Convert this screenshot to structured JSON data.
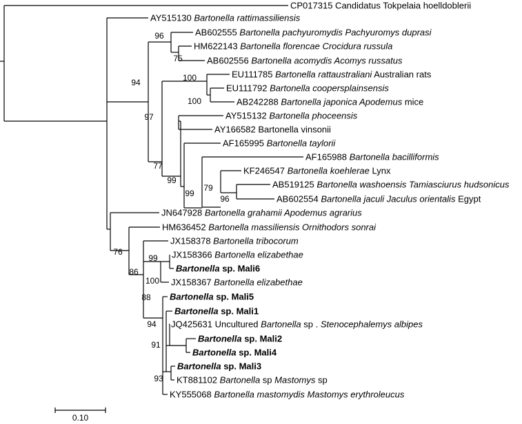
{
  "tree": {
    "taxa": [
      {
        "key": "cp017315",
        "parts": [
          {
            "t": "CP017315 Candidatus Tokpelaia hoelldoblerii"
          }
        ]
      },
      {
        "key": "ay515130",
        "parts": [
          {
            "t": "AY515130 "
          },
          {
            "t": "Bartonella rattimassiliensis",
            "i": true
          }
        ]
      },
      {
        "key": "ab602555",
        "parts": [
          {
            "t": "AB602555 "
          },
          {
            "t": "Bartonella pachyuromydis Pachyuromys duprasi",
            "i": true
          }
        ]
      },
      {
        "key": "hm622143",
        "parts": [
          {
            "t": "HM622143 "
          },
          {
            "t": "Bartonella florencae Crocidura russula",
            "i": true
          }
        ]
      },
      {
        "key": "ab602556",
        "parts": [
          {
            "t": "AB602556 "
          },
          {
            "t": "Bartonella acomydis Acomys russatus",
            "i": true
          }
        ]
      },
      {
        "key": "eu111785",
        "parts": [
          {
            "t": "EU111785 "
          },
          {
            "t": "Bartonella rattaustraliani",
            "i": true
          },
          {
            "t": " Australian rats"
          }
        ]
      },
      {
        "key": "eu111792",
        "parts": [
          {
            "t": "EU111792 "
          },
          {
            "t": "Bartonella coopersplainsensis",
            "i": true
          }
        ]
      },
      {
        "key": "ab242288",
        "parts": [
          {
            "t": "AB242288 "
          },
          {
            "t": "Bartonella japonica Apodemus",
            "i": true
          },
          {
            "t": " mice"
          }
        ]
      },
      {
        "key": "ay515132",
        "parts": [
          {
            "t": "AY515132 "
          },
          {
            "t": "Bartonella phoceensis",
            "i": true
          }
        ]
      },
      {
        "key": "ay166582",
        "parts": [
          {
            "t": "AY166582 Bartonella vinsonii"
          }
        ]
      },
      {
        "key": "af165995",
        "parts": [
          {
            "t": "AF165995 "
          },
          {
            "t": "Bartonella taylorii",
            "i": true
          }
        ]
      },
      {
        "key": "af165988",
        "parts": [
          {
            "t": "AF165988 "
          },
          {
            "t": "Bartonella bacilliformis",
            "i": true
          }
        ]
      },
      {
        "key": "kf246547",
        "parts": [
          {
            "t": "KF246547 "
          },
          {
            "t": "Bartonella koehlerae",
            "i": true
          },
          {
            "t": " Lynx"
          }
        ]
      },
      {
        "key": "ab519125",
        "parts": [
          {
            "t": "AB519125 "
          },
          {
            "t": "Bartonella washoensis Tamiasciurus hudsonicus",
            "i": true
          }
        ]
      },
      {
        "key": "ab602554",
        "parts": [
          {
            "t": "AB602554 "
          },
          {
            "t": "Bartonella jaculi Jaculus orientalis",
            "i": true
          },
          {
            "t": " Egypt"
          }
        ]
      },
      {
        "key": "jn647928",
        "parts": [
          {
            "t": "JN647928 "
          },
          {
            "t": "Bartonella grahamii Apodemus agrarius",
            "i": true
          }
        ]
      },
      {
        "key": "hm636452",
        "parts": [
          {
            "t": "HM636452 "
          },
          {
            "t": "Bartonella massiliensis Ornithodors sonrai",
            "i": true
          }
        ]
      },
      {
        "key": "jx158378",
        "parts": [
          {
            "t": "JX158378 "
          },
          {
            "t": "Bartonella tribocorum",
            "i": true
          }
        ]
      },
      {
        "key": "jx158366",
        "parts": [
          {
            "t": "JX158366 "
          },
          {
            "t": "Bartonella elizabethae",
            "i": true
          }
        ]
      },
      {
        "key": "mali6",
        "parts": [
          {
            "t": "Bartonella",
            "i": true,
            "b": true
          },
          {
            "t": " sp. Mali6",
            "b": true
          }
        ]
      },
      {
        "key": "jx158367",
        "parts": [
          {
            "t": "JX158367 "
          },
          {
            "t": "Bartonella elizabethae",
            "i": true
          }
        ]
      },
      {
        "key": "mali5",
        "parts": [
          {
            "t": "Bartonella",
            "i": true,
            "b": true
          },
          {
            "t": " sp. Mali5",
            "b": true
          }
        ]
      },
      {
        "key": "mali1",
        "parts": [
          {
            "t": "Bartonella",
            "i": true,
            "b": true
          },
          {
            "t": " sp. Mali1",
            "b": true
          }
        ]
      },
      {
        "key": "jq425631",
        "parts": [
          {
            "t": "JQ425631 Uncultured "
          },
          {
            "t": "Bartonella",
            "i": true
          },
          {
            "t": " sp . "
          },
          {
            "t": "Stenocephalemys albipes",
            "i": true
          }
        ]
      },
      {
        "key": "mali2",
        "parts": [
          {
            "t": "Bartonella",
            "i": true,
            "b": true
          },
          {
            "t": " sp. Mali2",
            "b": true
          }
        ]
      },
      {
        "key": "mali4",
        "parts": [
          {
            "t": "Bartonella",
            "i": true,
            "b": true
          },
          {
            "t": " sp. Mali4",
            "b": true
          }
        ]
      },
      {
        "key": "mali3",
        "parts": [
          {
            "t": "Bartonella",
            "i": true,
            "b": true
          },
          {
            "t": " sp. Mali3",
            "b": true
          }
        ]
      },
      {
        "key": "kt881102",
        "parts": [
          {
            "t": "KT881102 "
          },
          {
            "t": "Bartonella",
            "i": true
          },
          {
            "t": " sp "
          },
          {
            "t": "Mastomys",
            "i": true
          },
          {
            "t": " sp"
          }
        ]
      },
      {
        "key": "ky555068",
        "parts": [
          {
            "t": "KY555068 "
          },
          {
            "t": "Bartonella mastomydis Mastomys erythroleucus",
            "i": true
          }
        ]
      }
    ],
    "supports": [
      {
        "key": "n96",
        "value": "96"
      },
      {
        "key": "n75",
        "value": "75"
      },
      {
        "key": "n94a",
        "value": "94"
      },
      {
        "key": "n100a",
        "value": "100"
      },
      {
        "key": "n100b",
        "value": "100"
      },
      {
        "key": "n97",
        "value": "97"
      },
      {
        "key": "n77",
        "value": "77"
      },
      {
        "key": "n99a",
        "value": "99"
      },
      {
        "key": "n99b",
        "value": "99"
      },
      {
        "key": "n79",
        "value": "79"
      },
      {
        "key": "n96b",
        "value": "96"
      },
      {
        "key": "n76",
        "value": "76"
      },
      {
        "key": "n86",
        "value": "86"
      },
      {
        "key": "n99c",
        "value": "99"
      },
      {
        "key": "n100c",
        "value": "100"
      },
      {
        "key": "n88",
        "value": "88"
      },
      {
        "key": "n94b",
        "value": "94"
      },
      {
        "key": "n91",
        "value": "91"
      },
      {
        "key": "n93",
        "value": "93"
      }
    ],
    "scale_bar": {
      "label": "0.10",
      "length": 0.1
    }
  }
}
